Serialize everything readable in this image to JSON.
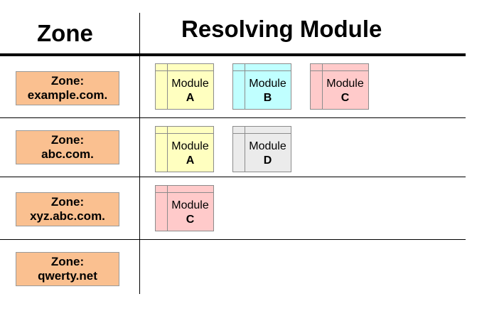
{
  "headers": {
    "zone": "Zone",
    "module": "Resolving Module"
  },
  "rows": [
    {
      "zone_label": "Zone:",
      "zone_name": "example.com.",
      "modules": [
        {
          "word": "Module",
          "letter": "A",
          "color": "#ffffc0"
        },
        {
          "word": "Module",
          "letter": "B",
          "color": "#c0ffff"
        },
        {
          "word": "Module",
          "letter": "C",
          "color": "#ffcaca"
        }
      ]
    },
    {
      "zone_label": "Zone:",
      "zone_name": "abc.com.",
      "modules": [
        {
          "word": "Module",
          "letter": "A",
          "color": "#ffffc0"
        },
        {
          "word": "Module",
          "letter": "D",
          "color": "#ebebeb"
        }
      ]
    },
    {
      "zone_label": "Zone:",
      "zone_name": "xyz.abc.com.",
      "modules": [
        {
          "word": "Module",
          "letter": "C",
          "color": "#ffcaca"
        }
      ]
    },
    {
      "zone_label": "Zone:",
      "zone_name": "qwerty.net",
      "modules": []
    }
  ],
  "colors": {
    "zone_fill": "#fac090",
    "module_a": "#ffffc0",
    "module_b": "#c0ffff",
    "module_c": "#ffcaca",
    "module_d": "#ebebeb"
  }
}
